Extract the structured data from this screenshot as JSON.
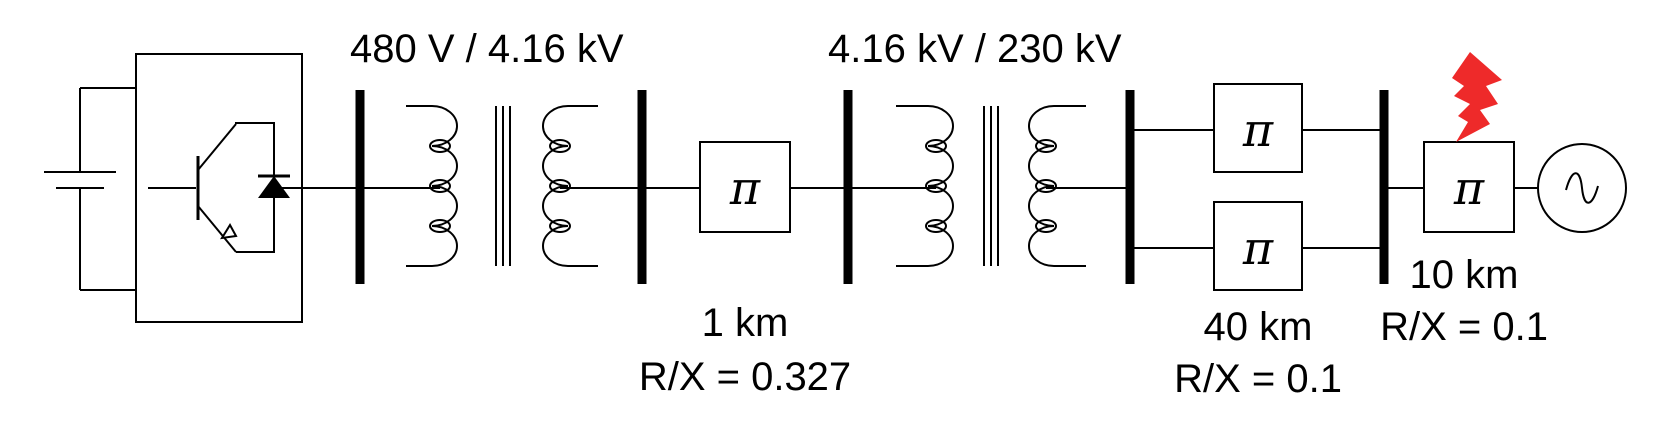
{
  "transformers": [
    {
      "rating": "480 V / 4.16 kV"
    },
    {
      "rating": "4.16 kV / 230 kV"
    }
  ],
  "lines": [
    {
      "symbol": "π",
      "length": "1 km",
      "ratio": "R/X = 0.327"
    },
    {
      "symbol": "π",
      "length": "40 km",
      "ratio": "R/X = 0.1"
    },
    {
      "symbol": "π",
      "length": "10 km",
      "ratio": "R/X = 0.1"
    }
  ],
  "colors": {
    "fault": "#ee2a2a",
    "ink": "#000000"
  },
  "icons": [
    "battery-icon",
    "igbt-icon",
    "diode-icon",
    "transformer-icon",
    "fault-lightning-icon",
    "ac-source-icon"
  ]
}
